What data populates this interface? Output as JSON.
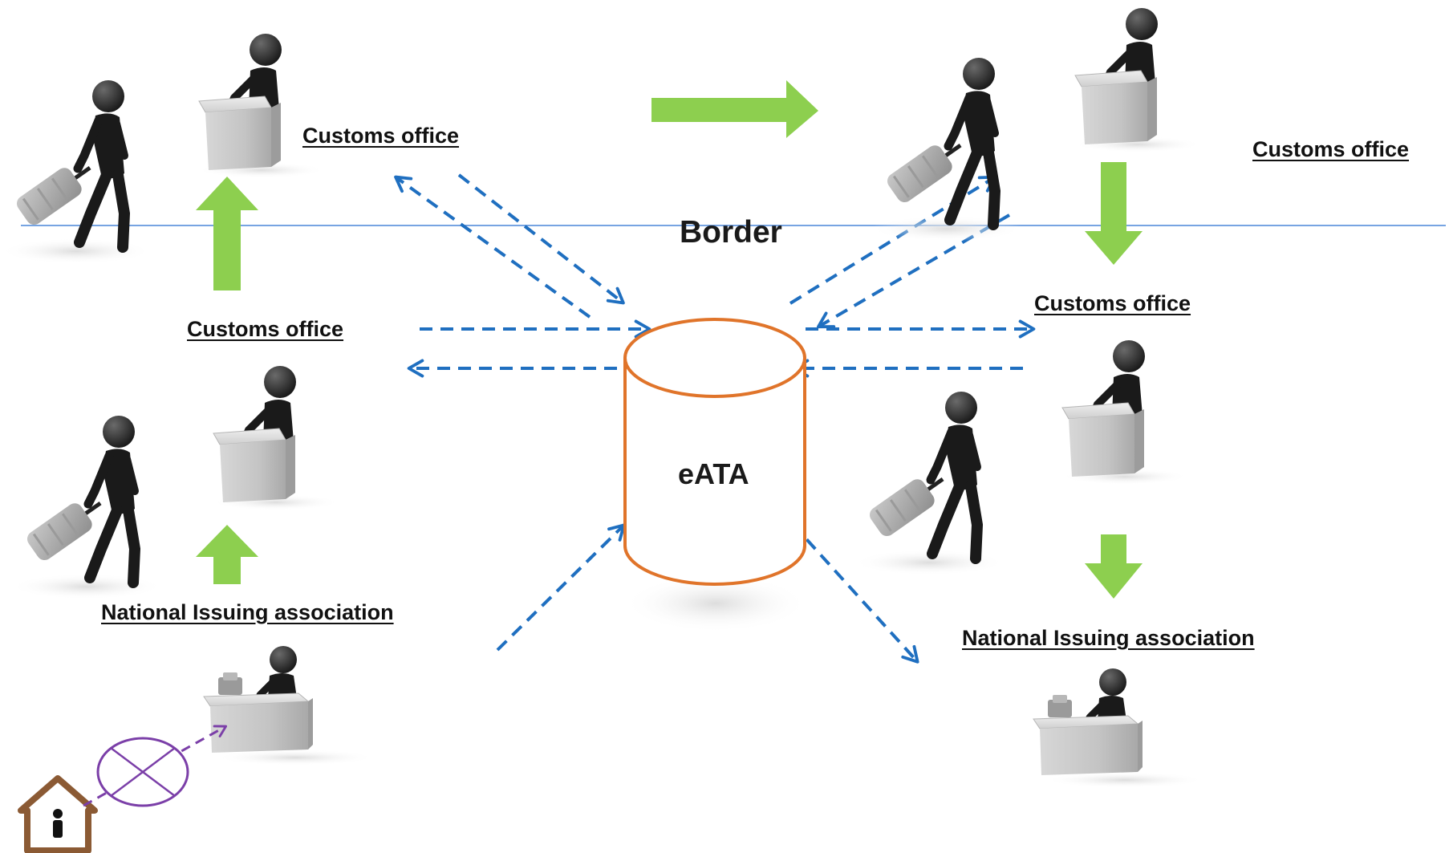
{
  "diagram": {
    "border_label": "Border",
    "database_label": "eATA",
    "labels": {
      "customs_top_left": "Customs office",
      "customs_mid_left": "Customs office",
      "customs_top_right": "Customs office",
      "customs_mid_right": "Customs office",
      "nia_left": "National Issuing  association",
      "nia_right": "National Issuing  association"
    },
    "icons": [
      "traveler-with-luggage-icon",
      "customs-officer-at-desk-icon",
      "association-clerk-at-counter-icon",
      "home-user-icon",
      "crossed-circle-icon",
      "database-cylinder-icon"
    ]
  },
  "colors": {
    "flow_arrow": "#8dcf4f",
    "data_arrow": "#1f6fc0",
    "database_outline": "#e0742a",
    "border_line": "#4a86d8",
    "blocked_link": "#7b3fa8",
    "house": "#8b5a34"
  }
}
